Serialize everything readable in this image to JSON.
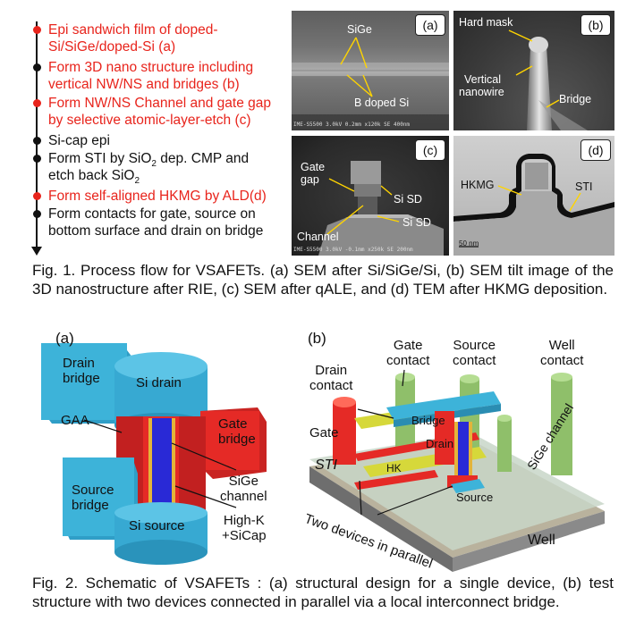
{
  "flow": {
    "steps": [
      {
        "lines": [
          "Epi sandwich film of doped-",
          "Si/SiGe/doped-Si (a)"
        ],
        "red": true
      },
      {
        "lines": [
          "Form 3D nano structure including",
          "vertical NW/NS and bridges (b)"
        ],
        "red": false,
        "red_text": true
      },
      {
        "lines": [
          "Form NW/NS Channel and gate gap",
          "by selective atomic-layer-etch (c)"
        ],
        "red": true
      },
      {
        "lines": [
          "Si-cap epi"
        ],
        "red": false
      },
      {
        "lines": [
          "Form STI by SiO",
          "2",
          " dep. CMP and"
        ],
        "red": false
      },
      {
        "lines": [
          "Form self-aligned HKMG by ALD(d)"
        ],
        "red": true
      },
      {
        "lines": [
          "Form contacts for gate, source on",
          "bottom surface and drain on bridge"
        ],
        "red": false
      }
    ],
    "s5_line2": "etch back SiO",
    "s5_sub2": "2"
  },
  "panels": {
    "a": {
      "tag": "(a)",
      "sige": "SiGe",
      "bsi": "B doped Si",
      "scale": "IME-S5500 3.0kV 0.2mm x120k SE                    400nm"
    },
    "b": {
      "tag": "(b)",
      "hardmask": "Hard mask",
      "nw1": "Vertical",
      "nw2": "nanowire",
      "bridge": "Bridge"
    },
    "c": {
      "tag": "(c)",
      "gate1": "Gate",
      "gate2": "gap",
      "sisd1": "Si SD",
      "sisd2": "Si SD",
      "channel": "Channel",
      "scale": "IME-S5500 3.0kV -0.1mm x250k SE                   200nm"
    },
    "d": {
      "tag": "(d)",
      "hkmg": "HKMG",
      "sti": "STI",
      "scale": "50 nm"
    }
  },
  "captions": {
    "fig1": "Fig. 1. Process flow for VSAFETs. (a) SEM after Si/SiGe/Si, (b) SEM tilt image of the 3D nanostructure after RIE, (c) SEM after qALE, and (d) TEM after HKMG deposition.",
    "fig2": "Fig. 2. Schematic of VSAFETs :  (a) structural design for a single device, (b) test structure with two devices connected in parallel via a local interconnect bridge."
  },
  "schematic_a": {
    "tag": "(a)",
    "drain_bridge": [
      "Drain",
      "bridge"
    ],
    "si_drain": "Si drain",
    "gaa": "GAA",
    "gate_bridge": [
      "Gate",
      "bridge"
    ],
    "sige_channel": [
      "SiGe",
      "channel"
    ],
    "source_bridge": [
      "Source",
      "bridge"
    ],
    "si_source": "Si source",
    "highk": [
      "High-K",
      "+SiCap"
    ]
  },
  "schematic_b": {
    "tag": "(b)",
    "gate_contact": [
      "Gate",
      "contact"
    ],
    "source_contact": [
      "Source",
      "contact"
    ],
    "well_contact": [
      "Well",
      "contact"
    ],
    "drain_contact": [
      "Drain",
      "contact"
    ],
    "gate": "Gate",
    "bridge": "Bridge",
    "drain": "Drain",
    "sti": "STI",
    "hk": "HK",
    "source": "Source",
    "sige_channel": "SiGe channel",
    "two_devices": "Two devices in parallel",
    "well": "Well"
  },
  "colors": {
    "red_text": "#e8241c",
    "drain_blue": "#3db3d9",
    "gate_red": "#e52a26",
    "channel_blue": "#2929d6",
    "contact_green": "#8fbf6a",
    "hk_yellow": "#d6d83a"
  }
}
